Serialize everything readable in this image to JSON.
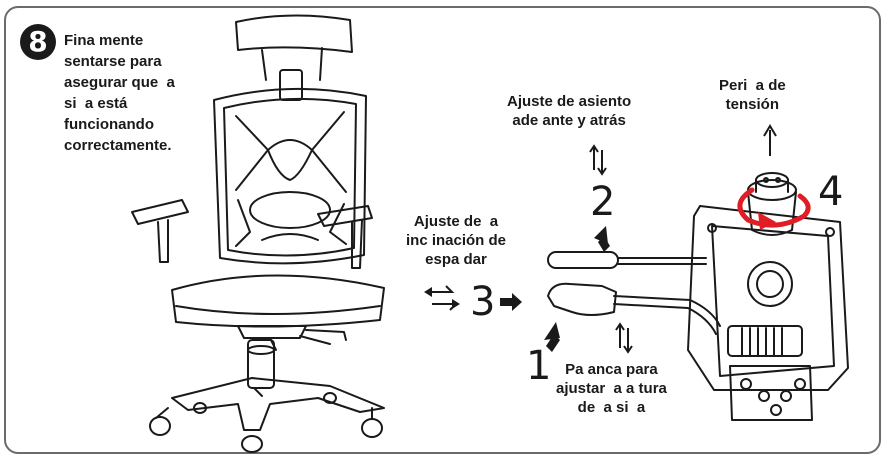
{
  "step": {
    "number": "8",
    "instruction": "Fina mente\nsentarse para\nasegurar que  a\nsi  a está\nfuncionando\ncorrectamente."
  },
  "callouts": [
    {
      "number": "1",
      "label": "Pa anca para\najustar  a a tura\nde  a si  a"
    },
    {
      "number": "2",
      "label": "Ajuste de asiento\nade ante y atrás"
    },
    {
      "number": "3",
      "label": "Ajuste de  a\ninc inación de\nespa dar"
    },
    {
      "number": "4",
      "label": "Peri  a de\ntensión"
    }
  ],
  "icons": [
    "up-down-arrow-icon",
    "left-right-arrow-icon",
    "right-arrow-icon",
    "up-arrow-icon",
    "rotate-arrow-icon"
  ],
  "colors": {
    "line": "#1a1a1a",
    "rotate_arrow": "#e01c24",
    "frame": "#6b6b6b"
  }
}
